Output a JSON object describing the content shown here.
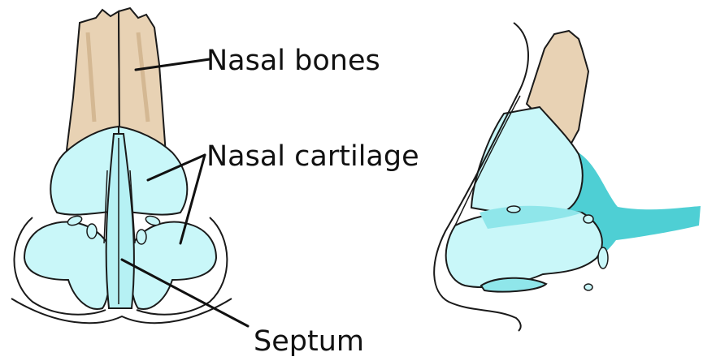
{
  "labels": {
    "nasal_bones": "Nasal bones",
    "nasal_cartilage": "Nasal cartilage",
    "septum": "Septum"
  },
  "colors": {
    "bone_fill": "#e8d2b4",
    "bone_shadow": "#d4b893",
    "cartilage_fill": "#c9f7f9",
    "cartilage_mid": "#8fe6ea",
    "cartilage_dark": "#4ecfd4",
    "outline": "#1a1a1a"
  }
}
